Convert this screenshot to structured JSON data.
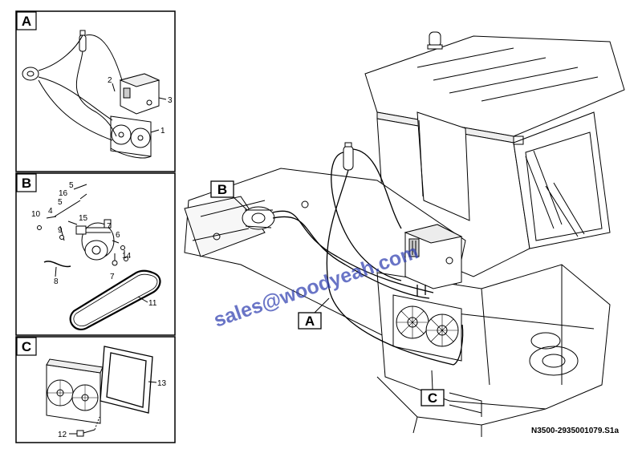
{
  "panels": [
    {
      "letter": "A",
      "parts": [
        "1",
        "2",
        "3"
      ]
    },
    {
      "letter": "B",
      "parts": [
        "5",
        "16",
        "5",
        "15",
        "4",
        "10",
        "9",
        "7",
        "6",
        "14",
        "7",
        "8",
        "11"
      ]
    },
    {
      "letter": "C",
      "parts": [
        "13",
        "12"
      ]
    }
  ],
  "main_callouts": [
    "B",
    "A",
    "C"
  ],
  "watermark": "sales@woodyeah.com",
  "document_id": "N3500-2935001079.S1a",
  "icons": [
    "condenser-fan-unit-icon",
    "compressor-icon",
    "receiver-drier-icon",
    "evaporator-box-icon",
    "belt-icon",
    "mounting-frame-icon",
    "bolt-icon",
    "wheel-loader-cab-icon"
  ]
}
